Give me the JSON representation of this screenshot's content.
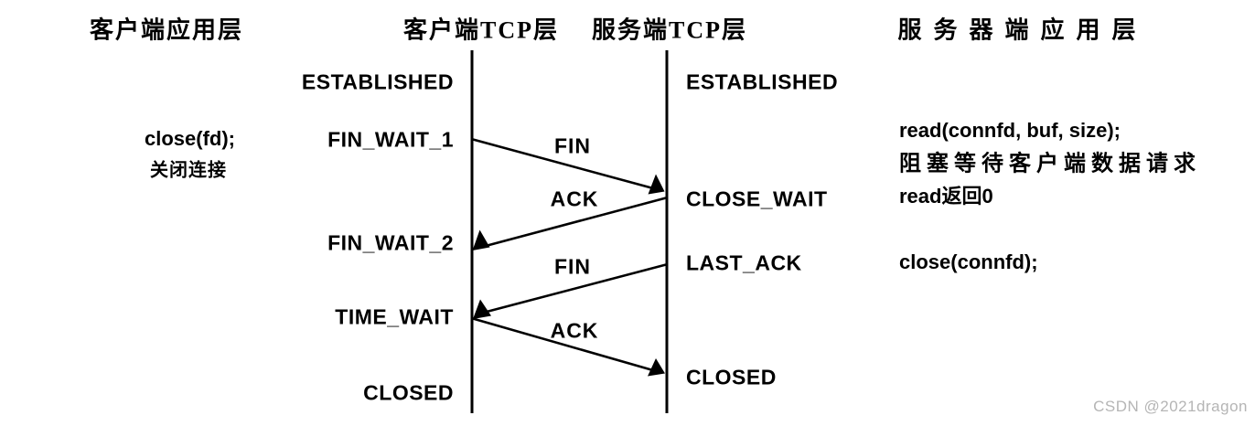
{
  "diagram": {
    "headers": {
      "client_app": "客户端应用层",
      "client_tcp": "客户端TCP层",
      "server_tcp": "服务端TCP层",
      "server_app": "服务器端应用层"
    },
    "client_states": {
      "established": "ESTABLISHED",
      "fin_wait_1": "FIN_WAIT_1",
      "fin_wait_2": "FIN_WAIT_2",
      "time_wait": "TIME_WAIT",
      "closed": "CLOSED"
    },
    "server_states": {
      "established": "ESTABLISHED",
      "close_wait": "CLOSE_WAIT",
      "last_ack": "LAST_ACK",
      "closed": "CLOSED"
    },
    "messages": {
      "fin1": "FIN",
      "ack1": "ACK",
      "fin2": "FIN",
      "ack2": "ACK"
    },
    "client_app_notes": {
      "close_call": "close(fd);",
      "close_desc": "关闭连接"
    },
    "server_app_notes": {
      "read_call": "read(connfd, buf, size);",
      "read_desc": "阻塞等待客户端数据请求",
      "read_return": "read返回0",
      "close_call": "close(connfd);"
    },
    "watermark": "CSDN @2021dragon"
  },
  "colors": {
    "ink": "#000000",
    "background": "#ffffff",
    "watermark": "#b5b5b5"
  }
}
